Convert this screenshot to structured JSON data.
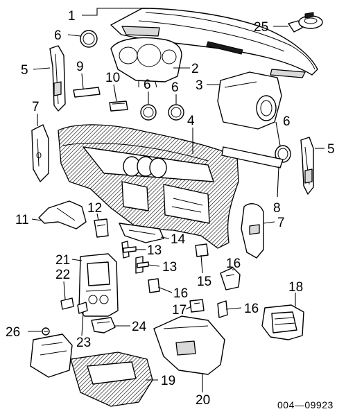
{
  "diagram": {
    "catalog_number": "004—09923",
    "callouts": [
      {
        "id": "c1",
        "text": "1"
      },
      {
        "id": "c25",
        "text": "25"
      },
      {
        "id": "c6a",
        "text": "6"
      },
      {
        "id": "c5a",
        "text": "5"
      },
      {
        "id": "c9",
        "text": "9"
      },
      {
        "id": "c10",
        "text": "10"
      },
      {
        "id": "c6b",
        "text": "6"
      },
      {
        "id": "c6c",
        "text": "6"
      },
      {
        "id": "c2",
        "text": "2"
      },
      {
        "id": "c3",
        "text": "3"
      },
      {
        "id": "c7a",
        "text": "7"
      },
      {
        "id": "c4",
        "text": "4"
      },
      {
        "id": "c6d",
        "text": "6"
      },
      {
        "id": "c5b",
        "text": "5"
      },
      {
        "id": "c11",
        "text": "11"
      },
      {
        "id": "c12",
        "text": "12"
      },
      {
        "id": "c8",
        "text": "8"
      },
      {
        "id": "c7b",
        "text": "7"
      },
      {
        "id": "c14",
        "text": "14"
      },
      {
        "id": "c13a",
        "text": "13"
      },
      {
        "id": "c21",
        "text": "21"
      },
      {
        "id": "c13b",
        "text": "13"
      },
      {
        "id": "c16a",
        "text": "16"
      },
      {
        "id": "c22",
        "text": "22"
      },
      {
        "id": "c15",
        "text": "15"
      },
      {
        "id": "c16b",
        "text": "16"
      },
      {
        "id": "c18",
        "text": "18"
      },
      {
        "id": "c17",
        "text": "17"
      },
      {
        "id": "c16c",
        "text": "16"
      },
      {
        "id": "c26",
        "text": "26"
      },
      {
        "id": "c24",
        "text": "24"
      },
      {
        "id": "c23",
        "text": "23"
      },
      {
        "id": "c19",
        "text": "19"
      },
      {
        "id": "c20",
        "text": "20"
      }
    ]
  }
}
